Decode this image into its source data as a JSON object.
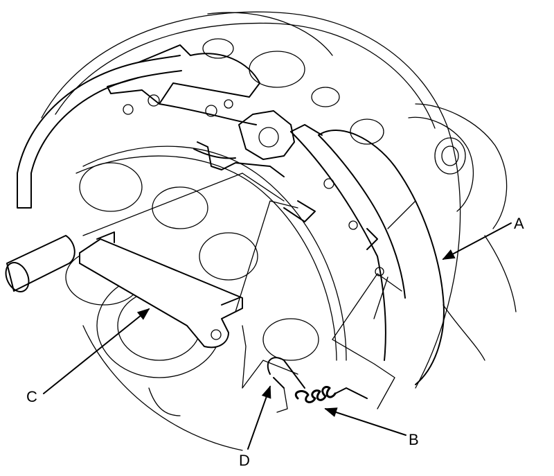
{
  "callouts": {
    "a": "A",
    "b": "B",
    "c": "C",
    "d": "D"
  }
}
